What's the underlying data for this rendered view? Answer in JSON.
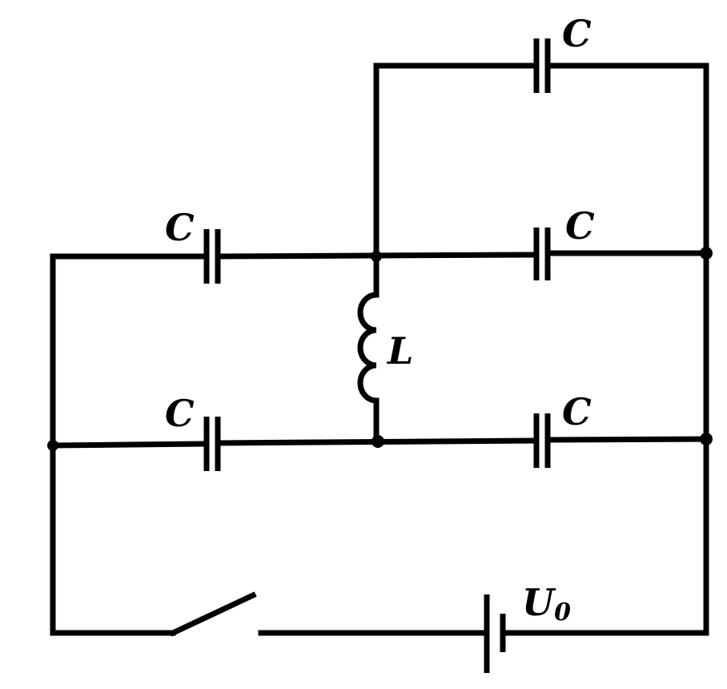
{
  "labels": {
    "cap_top": "C",
    "cap_upper_left": "C",
    "cap_upper_right": "C",
    "cap_lower_left": "C",
    "cap_lower_right": "C",
    "inductor": "L",
    "source_main": "U",
    "source_sub": "0"
  },
  "colors": {
    "ink": "#000000",
    "background": "#ffffff"
  }
}
